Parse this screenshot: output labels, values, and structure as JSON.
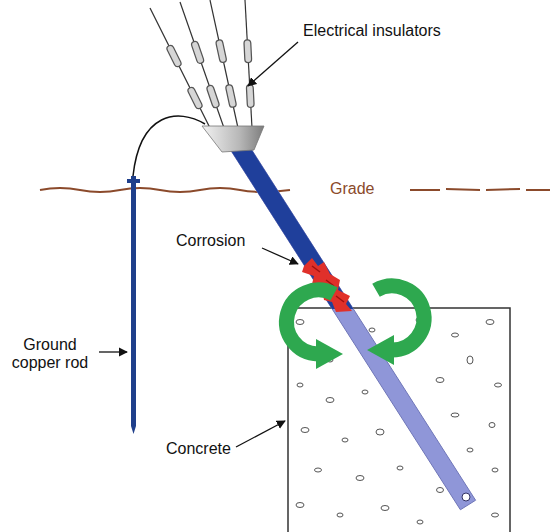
{
  "diagram": {
    "labels": [
      "Electrical insulators",
      "Grade",
      "Corrosion",
      "Ground copper rod",
      "Concrete"
    ]
  }
}
